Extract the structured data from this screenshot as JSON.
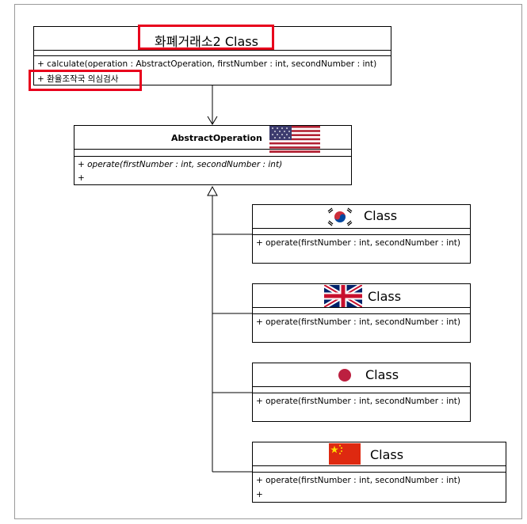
{
  "exchange": {
    "title": "화폐거래소2 Class",
    "op1": "+ calculate(operation : AbstractOperation, firstNumber : int, secondNumber : int)",
    "op2": "+ 환율조작국 의심검사"
  },
  "abstract_op": {
    "title": "AbstractOperation",
    "flag_icon": "usa-flag-icon",
    "op1": "+ operate(firstNumber : int, secondNumber : int)",
    "op2": "+"
  },
  "korea_class": {
    "label": "Class",
    "flag_icon": "korea-flag-icon",
    "op1": "+ operate(firstNumber : int, secondNumber : int)"
  },
  "uk_class": {
    "label": "Class",
    "flag_icon": "uk-flag-icon",
    "op1": "+ operate(firstNumber : int, secondNumber : int)"
  },
  "japan_class": {
    "label": "Class",
    "flag_icon": "japan-flag-icon",
    "op1": "+ operate(firstNumber : int, secondNumber : int)"
  },
  "china_class": {
    "label": "Class",
    "flag_icon": "china-flag-icon",
    "op1": "+ operate(firstNumber : int, secondNumber : int)",
    "op2": "+"
  },
  "colors": {
    "highlight": "#e8001c",
    "border": "#000000"
  }
}
